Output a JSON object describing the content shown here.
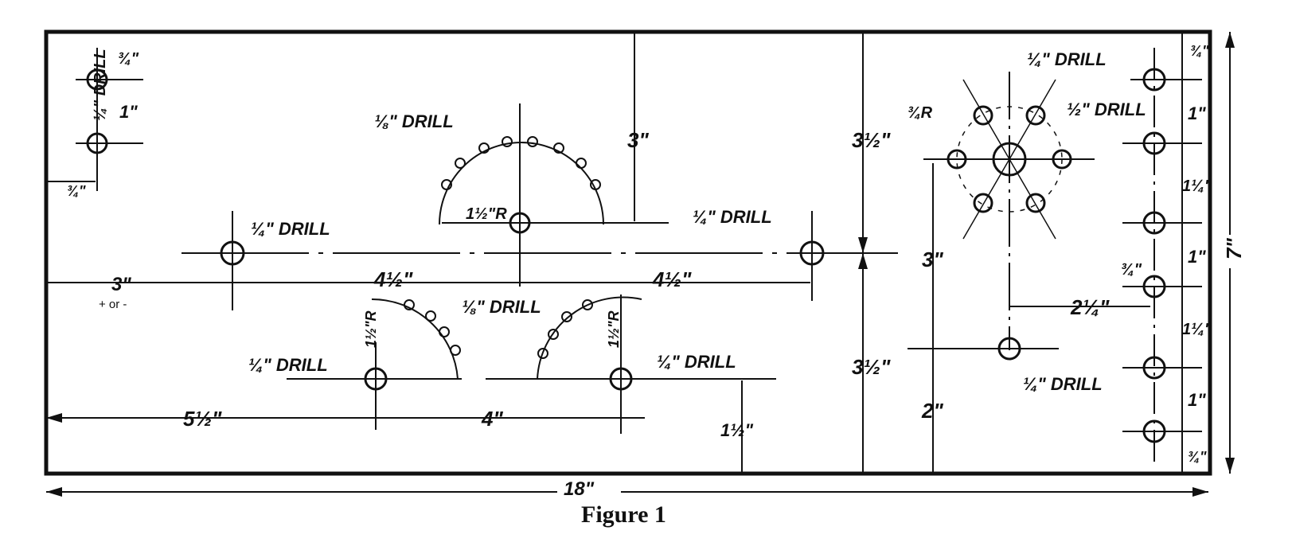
{
  "figure": {
    "caption": "Figure 1",
    "overall_length": "18\"",
    "overall_height": "7\""
  },
  "dimensions": {
    "left_offset": "3\"",
    "left_offset_note": "+ or -",
    "half_span_left": "4½\"",
    "half_span_right": "4½\"",
    "lower_left_offset": "5½\"",
    "lower_spacing": "4\"",
    "lower_height": "1½\"",
    "top_height": "3\"",
    "upper_half": "3½\"",
    "lower_half": "3½\"",
    "cluster_height": "3\"",
    "cluster_bottom": "2\"",
    "right_offset": "2¼\"",
    "right_spacing_a": "1\"",
    "right_spacing_b": "1¼\"",
    "right_spacing_c": "1\"",
    "right_spacing_d": "1¼\"",
    "right_spacing_e": "1\"",
    "right_top": "¾\"",
    "right_bottom": "¾\"",
    "left_top": "¾\"",
    "left_spacing": "1\"",
    "left_bottom": "¾\"",
    "radius_top": "1½\"R",
    "radius_lower_left": "1½\"R",
    "radius_lower_right": "1½\"R",
    "radius_cluster": "¾R",
    "notch_depth": "¾\""
  },
  "callouts": {
    "drill_quarter": "¼\" DRILL",
    "drill_eighth": "⅛\" DRILL",
    "drill_half": "½\" DRILL"
  }
}
